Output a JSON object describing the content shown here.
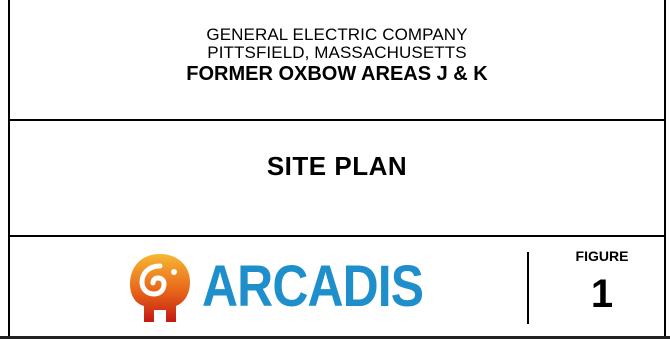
{
  "header": {
    "company": "GENERAL ELECTRIC COMPANY",
    "location": "PITTSFIELD, MASSACHUSETTS",
    "project": "FORMER OXBOW AREAS J & K"
  },
  "plan": {
    "title": "SITE PLAN"
  },
  "logo": {
    "text": "ARCADIS",
    "icon": "arcadis-elephant-icon",
    "color": "#1f8fcb"
  },
  "figure": {
    "label": "FIGURE",
    "number": "1"
  }
}
